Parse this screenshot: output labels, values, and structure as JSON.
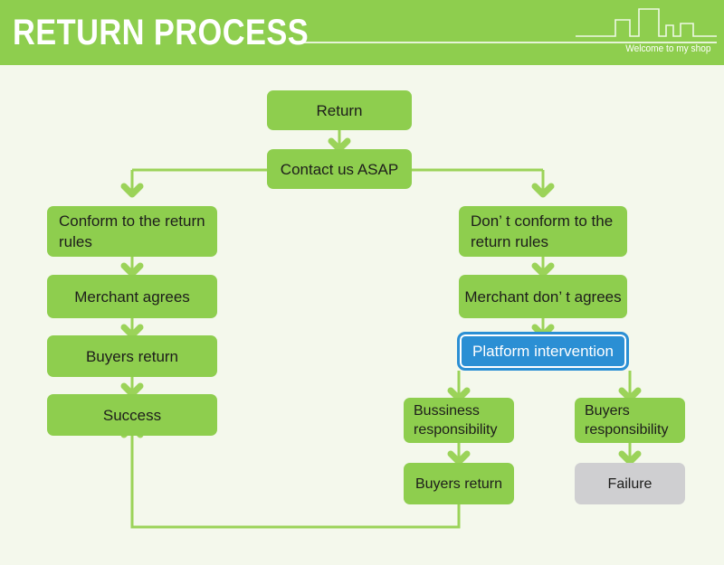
{
  "header": {
    "title": "RETURN PROCESS",
    "tagline": "Welcome to my shop",
    "bg_color": "#8ece4e",
    "text_color": "#ffffff",
    "skyline_icon": "city-skyline-outline"
  },
  "canvas": {
    "bg_color": "#f4f8ec",
    "node_color": "#8ece4e",
    "node_alt_color": "#cfcfd1",
    "highlight_color": "#2b8fd4",
    "connector_color": "#9bd359"
  },
  "nodes": {
    "return": "Return",
    "contact": "Contact us ASAP",
    "conform": "Conform to the return rules",
    "merchant_agrees": "Merchant agrees",
    "buyers_return_left": "Buyers return",
    "success": "Success",
    "not_conform": "Don’ t conform to the return rules",
    "merchant_not_agrees": "Merchant don’ t agrees",
    "platform": "Platform intervention",
    "business_resp": "Bussiness responsibility",
    "buyers_resp": "Buyers responsibility",
    "buyers_return_right": "Buyers return",
    "failure": "Failure"
  }
}
